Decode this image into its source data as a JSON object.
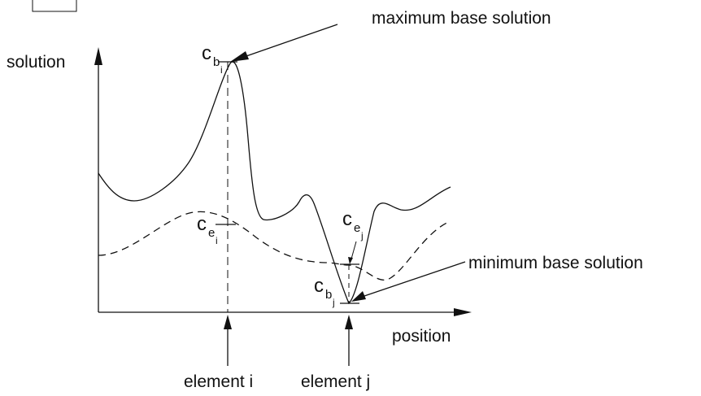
{
  "axes": {
    "y_label": "solution",
    "x_label": "position"
  },
  "annotations": {
    "max_label": "maximum base solution",
    "min_label": "minimum base solution",
    "element_i_label": "element i",
    "element_j_label": "element j"
  },
  "symbols": {
    "c_bi": {
      "main": "c",
      "sub": "b",
      "subsub": "i"
    },
    "c_ei": {
      "main": "c",
      "sub": "e",
      "subsub": "i"
    },
    "c_ej": {
      "main": "c",
      "sub": "e",
      "subsub": "j"
    },
    "c_bj": {
      "main": "c",
      "sub": "b",
      "subsub": "j"
    }
  },
  "curves": {
    "base_solution": "solid",
    "element_solution": "dashed"
  }
}
